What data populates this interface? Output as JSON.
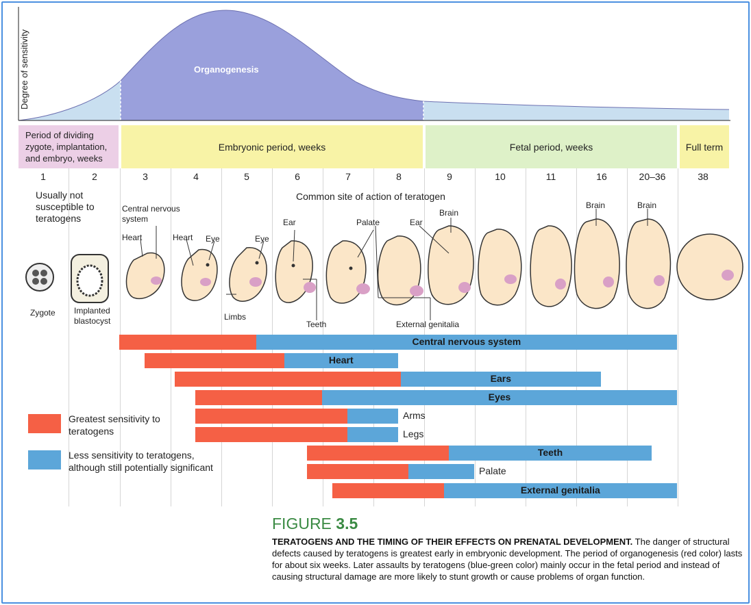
{
  "y_axis_label": "Degree of sensitivity",
  "curve_label": "Organogenesis",
  "periods": [
    {
      "label": "Period of dividing zygote, implantation, and embryo, weeks"
    },
    {
      "label": "Embryonic period, weeks"
    },
    {
      "label": "Fetal period, weeks"
    },
    {
      "label": "Full term"
    }
  ],
  "weeks": [
    "1",
    "2",
    "3",
    "4",
    "5",
    "6",
    "7",
    "8",
    "9",
    "10",
    "11",
    "16",
    "20–36",
    "38"
  ],
  "notes": {
    "not_susceptible": "Usually not susceptible to teratogens",
    "common_site": "Common site of action of teratogen"
  },
  "stage_labels": {
    "zygote": "Zygote",
    "blastocyst": "Implanted blastocyst",
    "cns": "Central nervous system",
    "heart1": "Heart",
    "heart2": "Heart",
    "eye1": "Eye",
    "eye2": "Eye",
    "limbs": "Limbs",
    "ear1": "Ear",
    "ear2": "Ear",
    "teeth": "Teeth",
    "palate": "Palate",
    "genitalia": "External genitalia",
    "brain1": "Brain",
    "brain2": "Brain",
    "brain3": "Brain"
  },
  "chart_data": {
    "type": "gantt",
    "x_categories": [
      "1",
      "2",
      "3",
      "4",
      "5",
      "6",
      "7",
      "8",
      "9",
      "10",
      "11",
      "16",
      "20–36",
      "38"
    ],
    "series_colors": {
      "greatest": "#f56045",
      "less": "#5ca6d9"
    },
    "bars": [
      {
        "label": "Central nervous system",
        "red_start": 3.0,
        "red_end": 5.7,
        "blue_end": 14.0,
        "label_inside": true
      },
      {
        "label": "Heart",
        "red_start": 3.5,
        "red_end": 6.25,
        "blue_end": 8.5,
        "label_inside": true
      },
      {
        "label": "Ears",
        "red_start": 4.1,
        "red_end": 8.55,
        "blue_end": 12.5,
        "label_inside": true
      },
      {
        "label": "Eyes",
        "red_start": 4.5,
        "red_end": 7.0,
        "blue_end": 14.0,
        "label_inside": true
      },
      {
        "label": "Arms",
        "red_start": 4.5,
        "red_end": 7.5,
        "blue_end": 8.5,
        "label_inside": false
      },
      {
        "label": "Legs",
        "red_start": 4.5,
        "red_end": 7.5,
        "blue_end": 8.5,
        "label_inside": false
      },
      {
        "label": "Teeth",
        "red_start": 6.7,
        "red_end": 9.5,
        "blue_end": 13.5,
        "label_inside": true
      },
      {
        "label": "Palate",
        "red_start": 6.7,
        "red_end": 8.7,
        "blue_end": 10.0,
        "label_inside": false
      },
      {
        "label": "External genitalia",
        "red_start": 7.2,
        "red_end": 9.4,
        "blue_end": 14.0,
        "label_inside": true
      }
    ]
  },
  "legend": [
    {
      "label": "Greatest sensitivity to teratogens",
      "color": "#f56045"
    },
    {
      "label": "Less sensitivity to teratogens, although still potentially significant",
      "color": "#5ca6d9"
    }
  ],
  "figure": {
    "prefix": "FIGURE ",
    "number": "3.5",
    "caption_head": "TERATOGENS AND THE TIMING OF THEIR EFFECTS ON PRENATAL DEVELOPMENT.",
    "caption_body": " The danger of structural defects caused by teratogens is greatest early in embryonic development. The period of organogenesis (red color) lasts for about six weeks. Later assaults by teratogens (blue-green color) mainly occur in the fetal period and instead of causing structural damage are more likely to stunt growth or cause problems of organ function."
  }
}
